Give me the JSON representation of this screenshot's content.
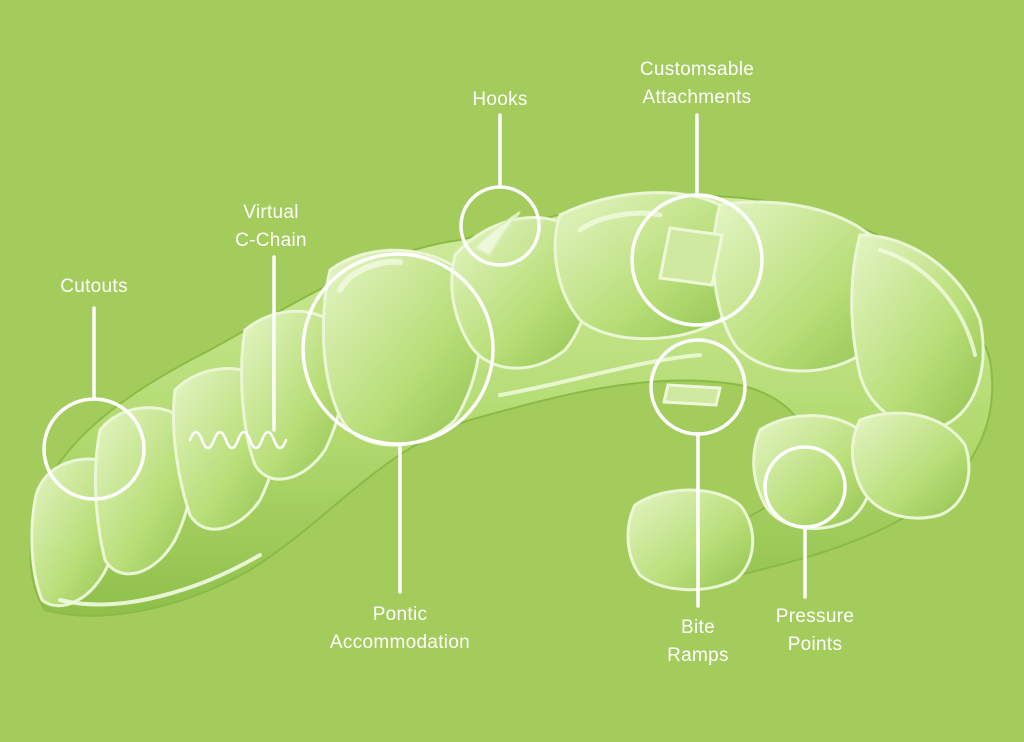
{
  "colors": {
    "background": "#a3cc5c",
    "aligner": "#b9e07a",
    "aligner_shadow": "#7fae3c",
    "highlight": "#eef8d8",
    "callout": "#ffffff"
  },
  "callouts": {
    "hooks": {
      "lines": [
        "Hooks"
      ]
    },
    "attachments": {
      "lines": [
        "Customsable",
        "Attachments"
      ]
    },
    "c_chain": {
      "lines": [
        "Virtual",
        "C-Chain"
      ]
    },
    "cutouts": {
      "lines": [
        "Cutouts"
      ]
    },
    "pontic": {
      "lines": [
        "Pontic",
        "Accommodation"
      ]
    },
    "bite_ramps": {
      "lines": [
        "Bite",
        "Ramps"
      ]
    },
    "pressure_points": {
      "lines": [
        "Pressure",
        "Points"
      ]
    }
  }
}
